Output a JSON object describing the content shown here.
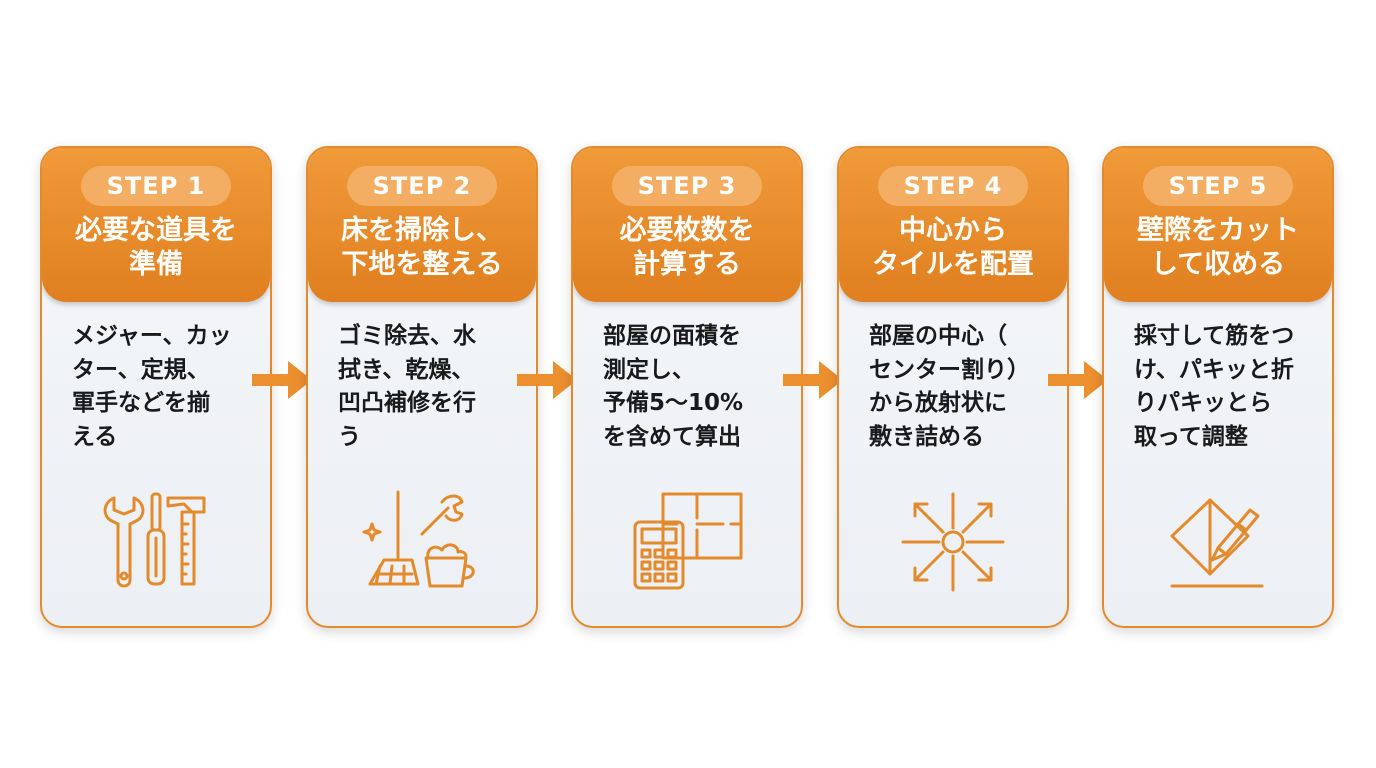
{
  "steps": [
    {
      "badge": "STEP 1",
      "title_line1": "必要な道具を",
      "title_line2": "準備",
      "description": "メジャー、カッ\nター、定規、\n軍手などを揃\nえる",
      "icon": "tools-icon"
    },
    {
      "badge": "STEP 2",
      "title_line1": "床を掃除し、",
      "title_line2": "下地を整える",
      "description": "ゴミ除去、水\n拭き、乾燥、\n凹凸補修を行\nう",
      "icon": "cleaning-icon"
    },
    {
      "badge": "STEP 3",
      "title_line1": "必要枚数を",
      "title_line2": "計算する",
      "description": "部屋の面積を\n測定し、\n予備5〜10%\nを含めて算出",
      "icon": "calculator-floorplan-icon"
    },
    {
      "badge": "STEP 4",
      "title_line1": "中心から",
      "title_line2": "タイルを配置",
      "description": "部屋の中心（\nセンター割り）\nから放射状に\n敷き詰める",
      "icon": "radial-center-icon"
    },
    {
      "badge": "STEP 5",
      "title_line1": "壁際をカット",
      "title_line2": "して収める",
      "description": "採寸して筋をつ\nけ、パキッと折\nりパキッとら\n取って調整",
      "icon": "cutter-tile-icon"
    }
  ],
  "colors": {
    "accent": "#e38a2c",
    "header_top": "#f09a3a",
    "header_bottom": "#e07f1f",
    "badge": "#f3ae63",
    "card_bg": "#f3f5f8",
    "text": "#1a1a1a"
  }
}
